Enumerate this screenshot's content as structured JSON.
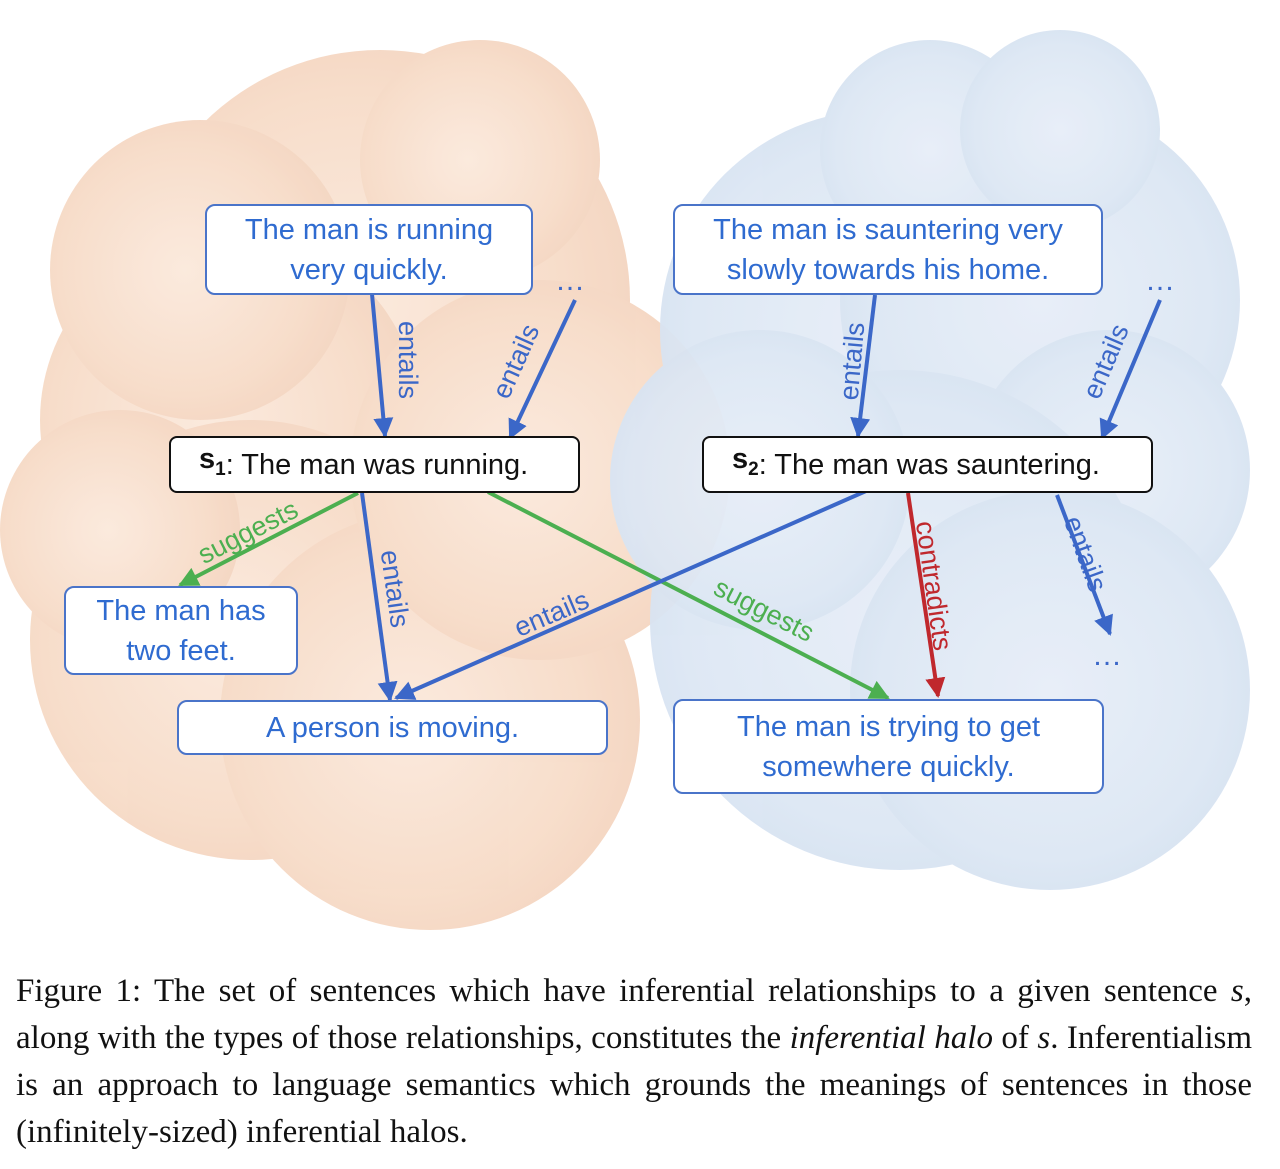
{
  "nodes": {
    "running_quickly": "The man is running very quickly.",
    "sauntering_slowly": "The man is sauntering very slowly towards his home.",
    "s1_id": "s",
    "s1_sub": "1",
    "s1_text": ": The man was running.",
    "s2_id": "s",
    "s2_sub": "2",
    "s2_text": ": The man was sauntering.",
    "two_feet": "The man has two feet.",
    "person_moving": "A person is moving.",
    "trying_to_get": "The man is trying to get somewhere quickly."
  },
  "edges": {
    "entails": "entails",
    "suggests": "suggests",
    "contradicts": "contradicts",
    "ellipsis": "…"
  },
  "colors": {
    "entails": "#3b67c8",
    "suggests": "#4caf50",
    "contradicts": "#c0282d",
    "halo_left": "#f7dcc8",
    "halo_right": "#dde7f4"
  },
  "caption": {
    "p1": "Figure 1: The set of sentences which have inferential relationships to a given sentence ",
    "s_a": "s",
    "p2": ", along with the types of those relationships, constitutes the ",
    "term": "inferential halo",
    "p3": " of ",
    "s_b": "s",
    "p4": ". Inferentialism is an approach to language semantics which grounds the meanings of sentences in those (infinitely-sized) inferential halos."
  }
}
